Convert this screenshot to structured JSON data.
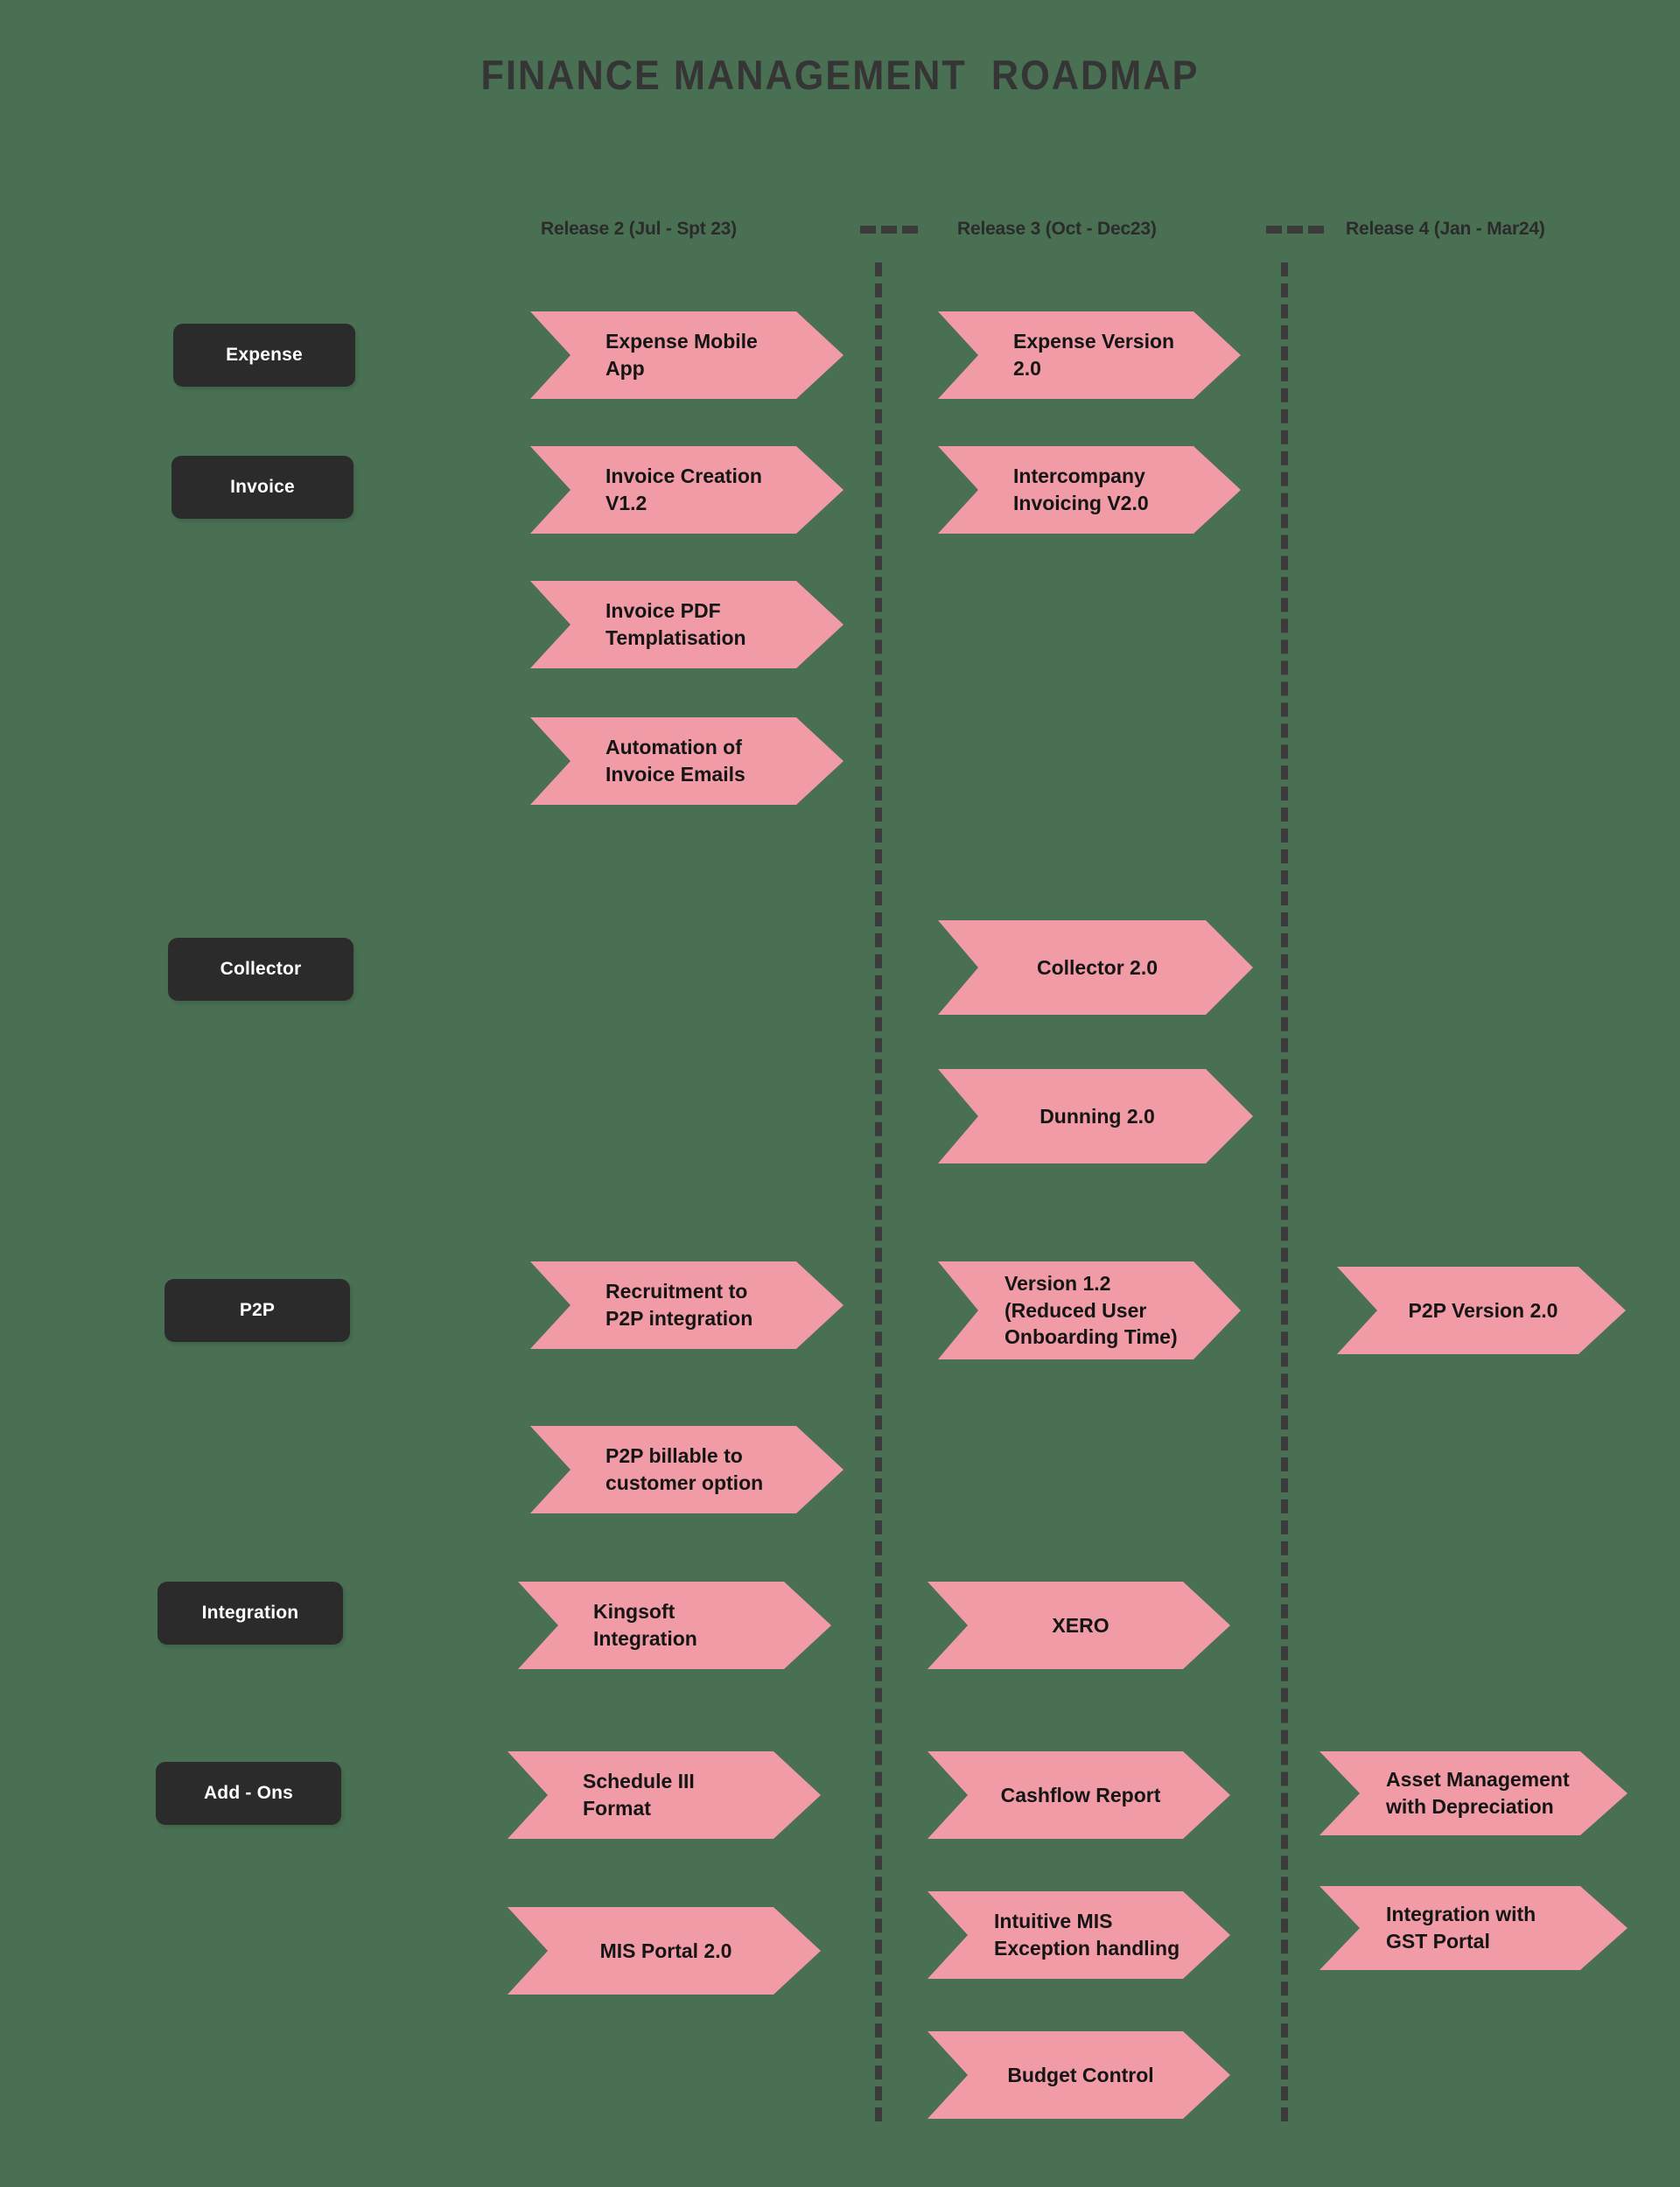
{
  "page": {
    "title": "FINANCE MANAGEMENT  ROADMAP",
    "background_color": "#497053",
    "accent_color": "#f09ba6",
    "pill_color": "#2b2b2b",
    "text_color": "#151515"
  },
  "releases": [
    {
      "id": "release-2",
      "label": "Release 2 (Jul - Spt 23)"
    },
    {
      "id": "release-3",
      "label": "Release 3 (Oct - Dec23)"
    },
    {
      "id": "release-4",
      "label": "Release 4 (Jan - Mar24)"
    }
  ],
  "categories": [
    {
      "id": "expense",
      "label": "Expense"
    },
    {
      "id": "invoice",
      "label": "Invoice"
    },
    {
      "id": "collector",
      "label": "Collector"
    },
    {
      "id": "p2p",
      "label": "P2P"
    },
    {
      "id": "integration",
      "label": "Integration"
    },
    {
      "id": "add-ons",
      "label": "Add - Ons"
    }
  ],
  "items": {
    "expense_mobile_app": "Expense Mobile\nApp",
    "expense_version_2": "Expense Version\n2.0",
    "invoice_creation_v12": "Invoice Creation\nV1.2",
    "intercompany_invoicing_v2": "Intercompany\nInvoicing V2.0",
    "invoice_pdf_templatisation": "Invoice PDF\nTemplatisation",
    "automation_invoice_emails": "Automation of\nInvoice Emails",
    "collector_20": "Collector 2.0",
    "dunning_20": "Dunning 2.0",
    "recruitment_p2p": "Recruitment to\nP2P integration",
    "version_12_reduced": "Version 1.2\n(Reduced User\nOnboarding Time)",
    "p2p_version_20": "P2P Version 2.0",
    "p2p_billable": "P2P billable to\ncustomer option",
    "kingsoft_integration": "Kingsoft\nIntegration",
    "xero": "XERO",
    "schedule_iii_format": "Schedule III\nFormat",
    "cashflow_report": "Cashflow Report",
    "asset_management": "Asset Management\nwith Depreciation",
    "mis_portal_20": "MIS Portal 2.0",
    "intuitive_mis": "Intuitive MIS\nException handling",
    "integration_gst_portal": "Integration with\nGST Portal",
    "budget_control": "Budget Control"
  }
}
